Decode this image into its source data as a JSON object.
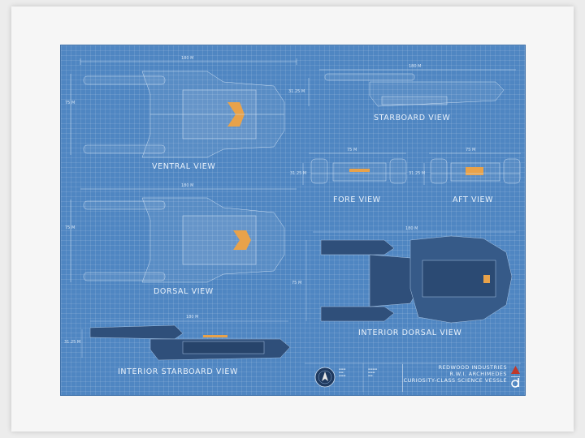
{
  "views": {
    "ventral": "VENTRAL VIEW",
    "starboard": "STARBOARD VIEW",
    "fore": "FORE VIEW",
    "aft": "AFT VIEW",
    "dorsal": "DORSAL VIEW",
    "interior_dorsal": "INTERIOR DORSAL VIEW",
    "interior_starboard": "INTERIOR STARBOARD VIEW"
  },
  "dimensions": {
    "length": "180 M",
    "width": "75 M",
    "height": "31.25 M"
  },
  "title_block": {
    "company": "REDWOOD INDUSTRIES",
    "ship": "R.W.I. ARCHIMEDES",
    "class": "CURIOSITY-CLASS SCIENCE VESSLE"
  },
  "colors": {
    "sheet": "#4f86c2",
    "hull": "#2f4f7a",
    "accent": "#e8a24a"
  },
  "icons": {
    "emblem": "starfleet-emblem-icon",
    "logo": "redwood-logo-icon"
  }
}
